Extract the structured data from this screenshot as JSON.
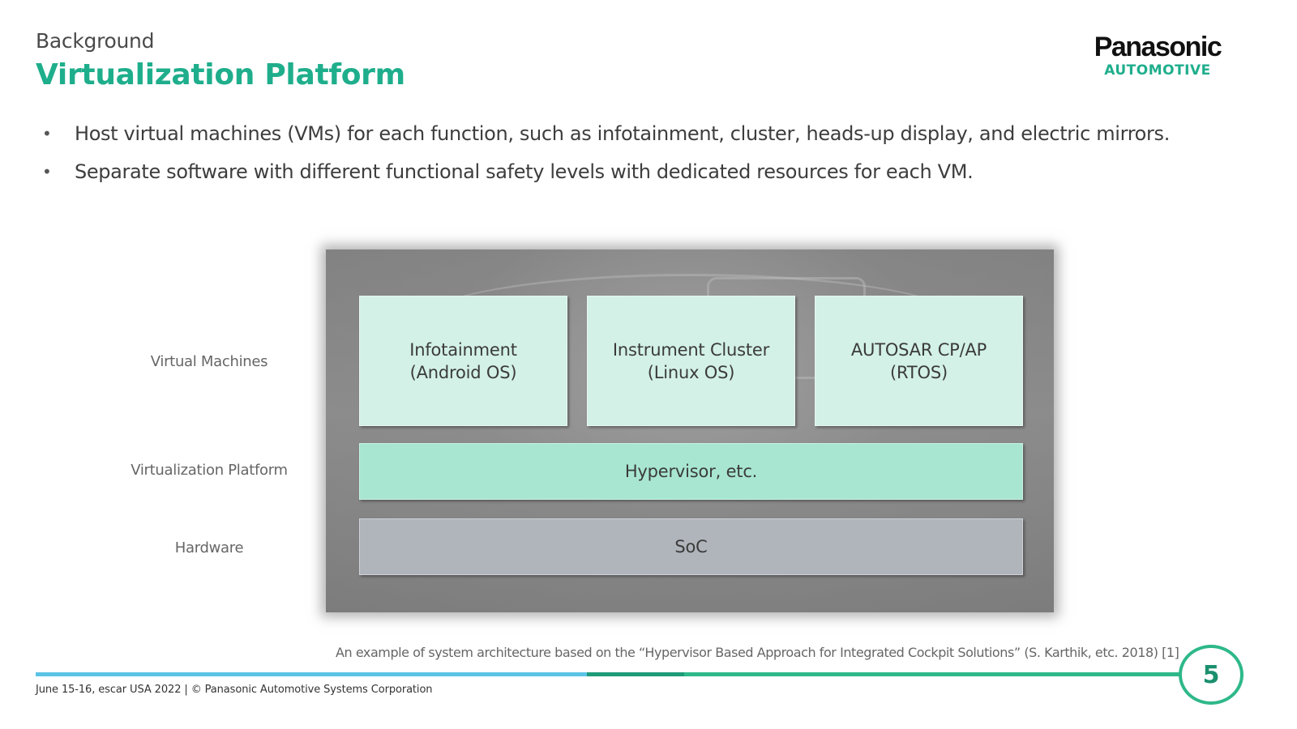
{
  "header": {
    "section": "Background",
    "title": "Virtualization Platform"
  },
  "logo": {
    "brand": "Panasonic",
    "sub": "AUTOMOTIVE"
  },
  "bullets": [
    "Host virtual machines (VMs) for each function, such as infotainment, cluster, heads-up display, and electric mirrors.",
    "Separate software with different functional safety levels with dedicated resources for each VM."
  ],
  "diagram": {
    "layer_labels": {
      "virtual_machines": "Virtual Machines",
      "virtualization_platform": "Virtualization Platform",
      "hardware": "Hardware"
    },
    "vms": [
      "Infotainment\n(Android OS)",
      "Instrument Cluster\n(Linux OS)",
      "AUTOSAR CP/AP\n(RTOS)"
    ],
    "hypervisor": "Hypervisor, etc.",
    "soc": "SoC"
  },
  "caption": "An example of system architecture based on  the “Hypervisor Based Approach for Integrated Cockpit Solutions” (S. Karthik, etc. 2018) [1]",
  "page_number": "5",
  "footer": "June 15-16, escar USA 2022 | © Panasonic Automotive Systems Corporation",
  "colors": {
    "accent": "#1fae8c",
    "vm_box": "#d3f1e6",
    "hypervisor_box": "#a8e6d2",
    "soc_box": "#b0b4bb",
    "bar_blue": "#5bc4e6",
    "bar_green": "#2eb88a"
  }
}
